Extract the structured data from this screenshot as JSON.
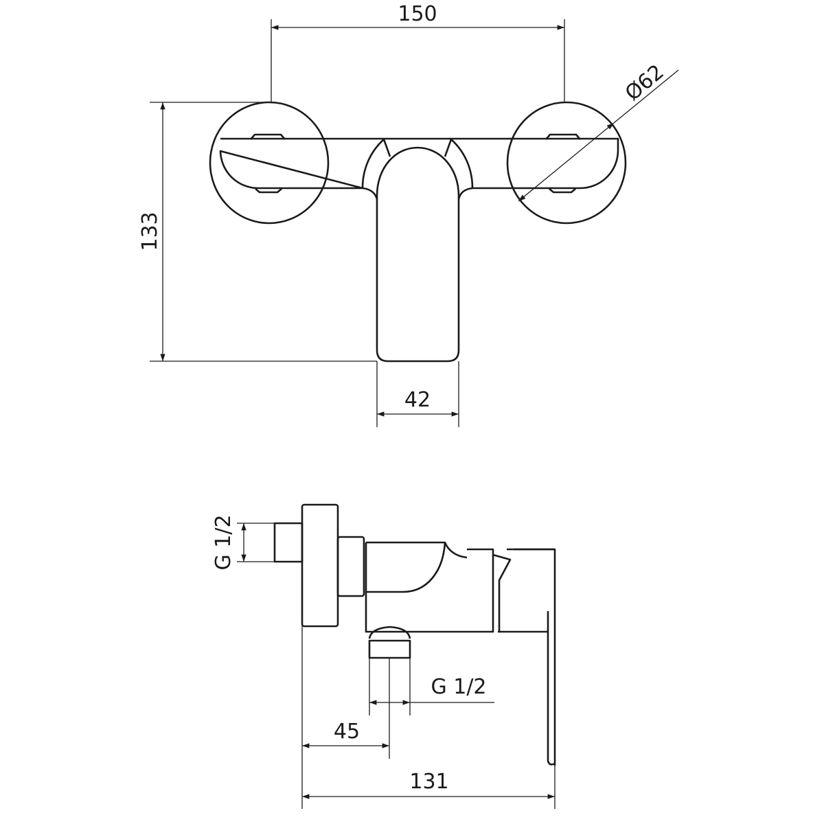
{
  "title_view_top": "",
  "dimensions": {
    "top": {
      "width_centers": "150",
      "height": "133",
      "handle_width": "42",
      "flange_diameter": "Ø62"
    },
    "side": {
      "inlet_thread": "G 1/2",
      "outlet_thread": "G 1/2",
      "outlet_offset": "45",
      "depth": "131"
    }
  },
  "colors": {
    "line": "#1a1a1a",
    "background": "#ffffff"
  }
}
